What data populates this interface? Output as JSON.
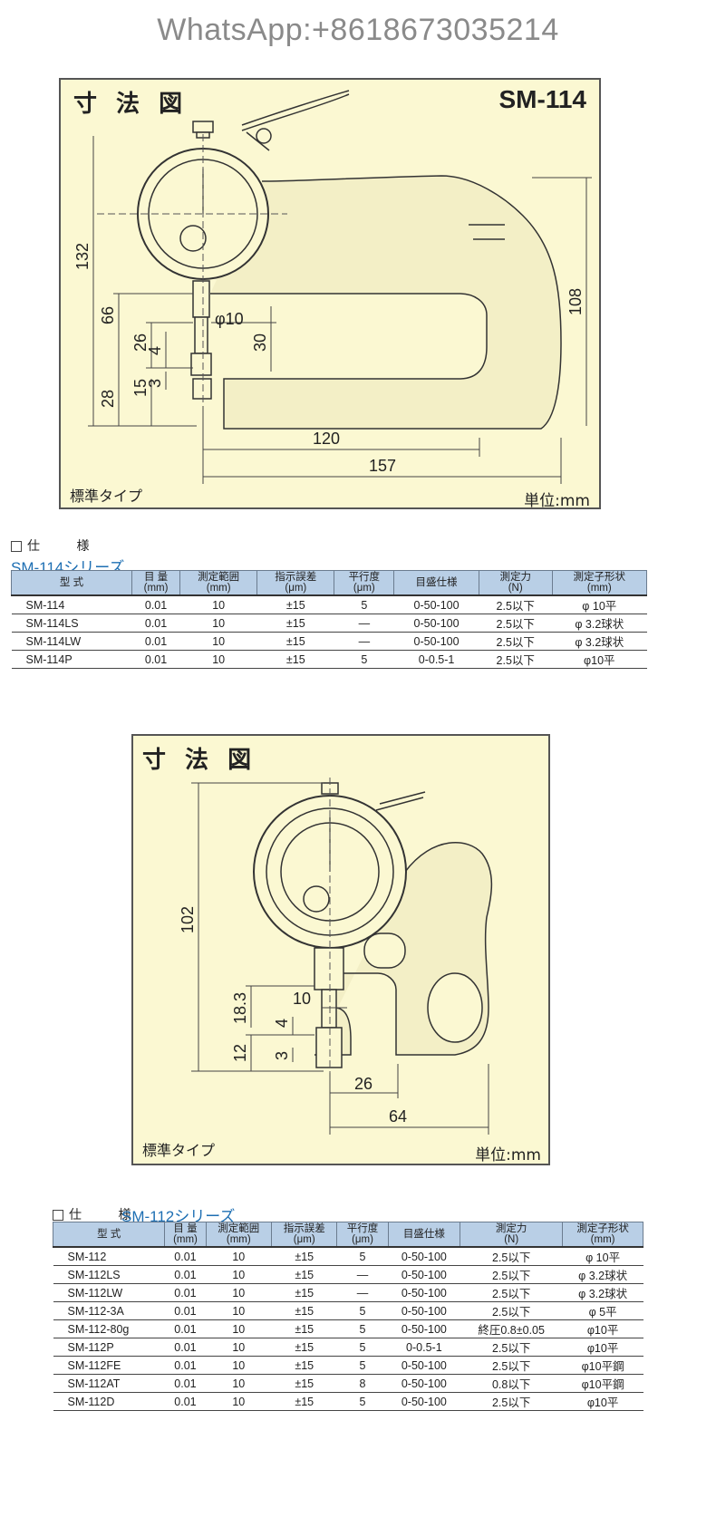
{
  "watermark": "WhatsApp:+8618673035214",
  "drawing1": {
    "title": "寸 法 図",
    "model": "SM-114",
    "type_label": "標準タイプ",
    "unit_label": "単位:mm",
    "dims": [
      "132",
      "66",
      "26",
      "4",
      "15",
      "3",
      "28",
      "φ10",
      "30",
      "108",
      "120",
      "157"
    ]
  },
  "spec1": {
    "heading": "仕 様",
    "series": "SM-114シリーズ",
    "headers": [
      "型 式",
      "目 量\n(mm)",
      "測定範囲\n(mm)",
      "指示誤差\n(μm)",
      "平行度\n(μm)",
      "目盛仕様",
      "測定力\n(N)",
      "測定子形状\n(mm)"
    ],
    "rows": [
      [
        "SM-114",
        "0.01",
        "10",
        "±15",
        "5",
        "0-50-100",
        "2.5以下",
        "φ 10平"
      ],
      [
        "SM-114LS",
        "0.01",
        "10",
        "±15",
        "—",
        "0-50-100",
        "2.5以下",
        "φ 3.2球状"
      ],
      [
        "SM-114LW",
        "0.01",
        "10",
        "±15",
        "—",
        "0-50-100",
        "2.5以下",
        "φ 3.2球状"
      ],
      [
        "SM-114P",
        "0.01",
        "10",
        "±15",
        "5",
        "0-0.5-1",
        "2.5以下",
        "φ10平"
      ]
    ]
  },
  "drawing2": {
    "title": "寸 法 図",
    "type_label": "標準タイプ",
    "unit_label": "単位:mm",
    "dims": [
      "102",
      "10",
      "18.3",
      "4",
      "12",
      "3",
      "26",
      "64"
    ]
  },
  "spec2": {
    "heading": "仕 様",
    "series": "SM-112シリーズ",
    "headers": [
      "型 式",
      "目 量\n(mm)",
      "測定範囲\n(mm)",
      "指示誤差\n(μm)",
      "平行度\n(μm)",
      "目盛仕様",
      "測定力\n(N)",
      "測定子形状\n(mm)"
    ],
    "rows": [
      [
        "SM-112",
        "0.01",
        "10",
        "±15",
        "5",
        "0-50-100",
        "2.5以下",
        "φ 10平"
      ],
      [
        "SM-112LS",
        "0.01",
        "10",
        "±15",
        "—",
        "0-50-100",
        "2.5以下",
        "φ 3.2球状"
      ],
      [
        "SM-112LW",
        "0.01",
        "10",
        "±15",
        "—",
        "0-50-100",
        "2.5以下",
        "φ 3.2球状"
      ],
      [
        "SM-112-3A",
        "0.01",
        "10",
        "±15",
        "5",
        "0-50-100",
        "2.5以下",
        "φ 5平"
      ],
      [
        "SM-112-80g",
        "0.01",
        "10",
        "±15",
        "5",
        "0-50-100",
        "終圧0.8±0.05",
        "φ10平"
      ],
      [
        "SM-112P",
        "0.01",
        "10",
        "±15",
        "5",
        "0-0.5-1",
        "2.5以下",
        "φ10平"
      ],
      [
        "SM-112FE",
        "0.01",
        "10",
        "±15",
        "5",
        "0-50-100",
        "2.5以下",
        "φ10平鋼"
      ],
      [
        "SM-112AT",
        "0.01",
        "10",
        "±15",
        "8",
        "0-50-100",
        "0.8以下",
        "φ10平鋼"
      ],
      [
        "SM-112D",
        "0.01",
        "10",
        "±15",
        "5",
        "0-50-100",
        "2.5以下",
        "φ10平"
      ]
    ]
  }
}
